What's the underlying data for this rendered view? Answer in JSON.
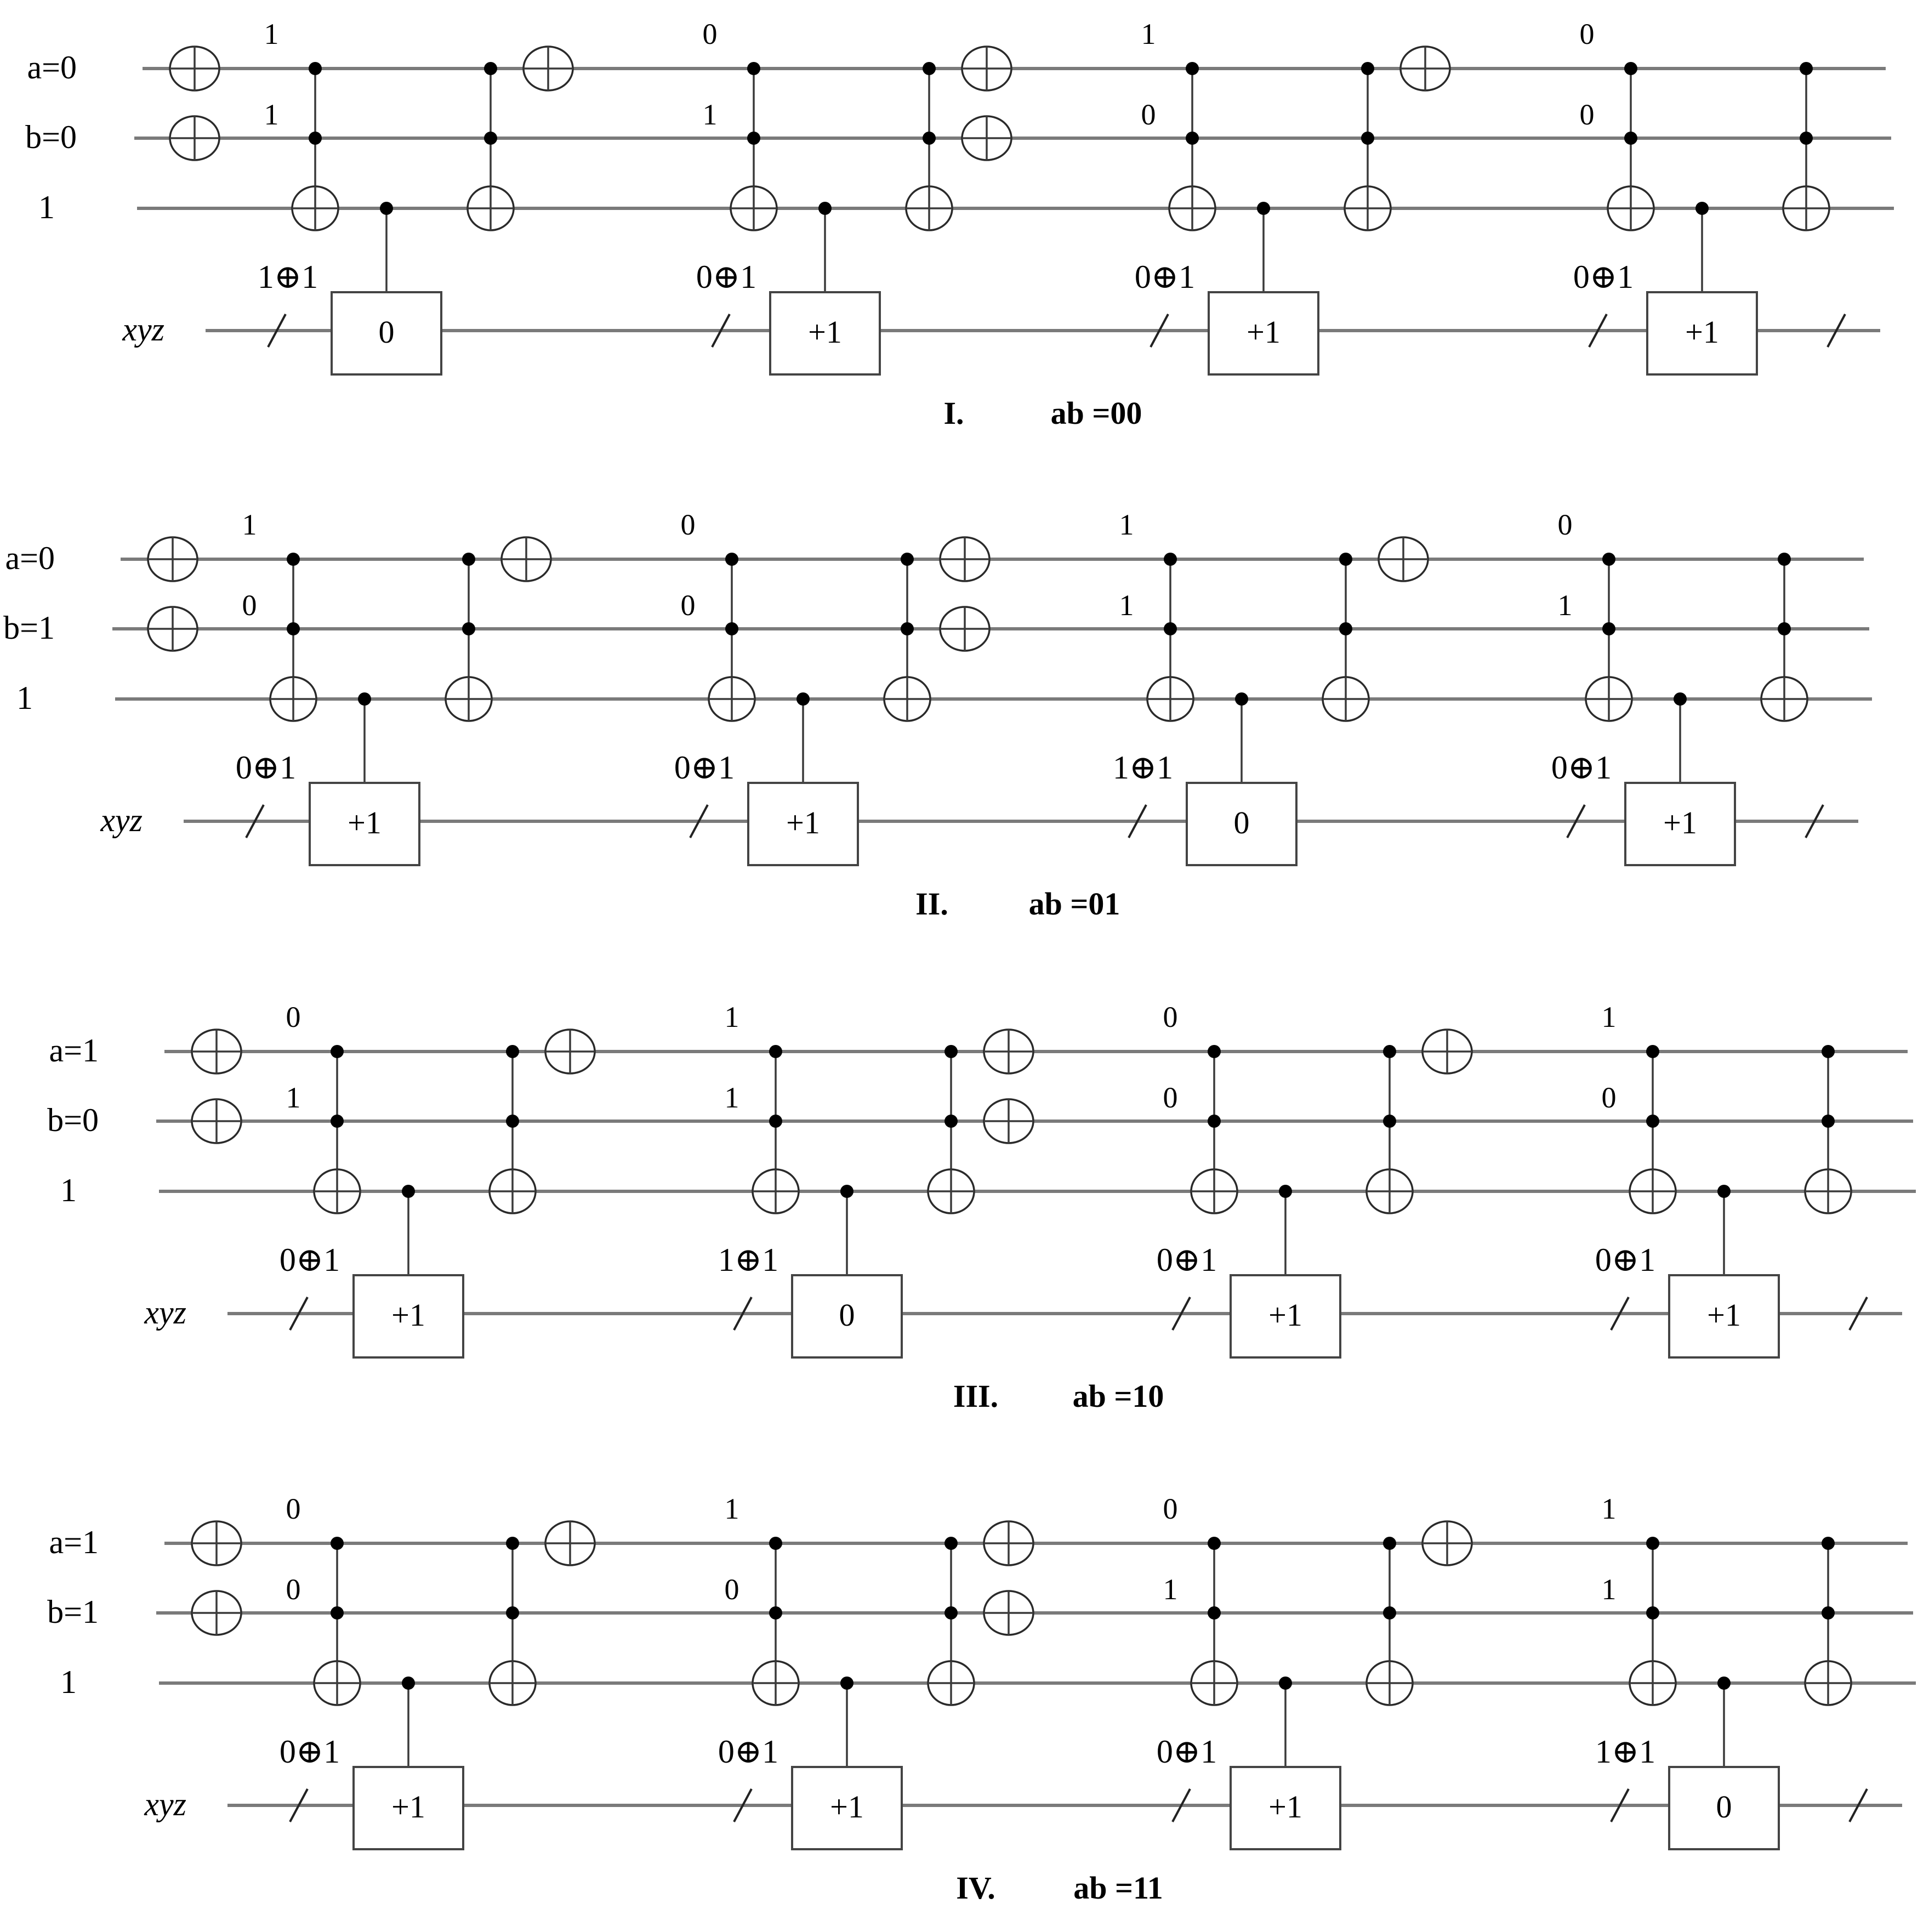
{
  "panels": [
    {
      "numeral": "I.",
      "caption": "ab =00",
      "wire_labels": {
        "a": "a=0",
        "b": "b=0",
        "anc": "1",
        "reg": "xyz"
      },
      "blocks": [
        {
          "top_val": "1",
          "bot_val": "1",
          "xor_label": "1⊕1",
          "gate": "0"
        },
        {
          "top_val": "0",
          "bot_val": "1",
          "xor_label": "0⊕1",
          "gate": "+1"
        },
        {
          "top_val": "1",
          "bot_val": "0",
          "xor_label": "0⊕1",
          "gate": "+1"
        },
        {
          "top_val": "0",
          "bot_val": "0",
          "xor_label": "0⊕1",
          "gate": "+1"
        }
      ]
    },
    {
      "numeral": "II.",
      "caption": "ab =01",
      "wire_labels": {
        "a": "a=0",
        "b": "b=1",
        "anc": "1",
        "reg": "xyz"
      },
      "blocks": [
        {
          "top_val": "1",
          "bot_val": "0",
          "xor_label": "0⊕1",
          "gate": "+1"
        },
        {
          "top_val": "0",
          "bot_val": "0",
          "xor_label": "0⊕1",
          "gate": "+1"
        },
        {
          "top_val": "1",
          "bot_val": "1",
          "xor_label": "1⊕1",
          "gate": "0"
        },
        {
          "top_val": "0",
          "bot_val": "1",
          "xor_label": "0⊕1",
          "gate": "+1"
        }
      ]
    },
    {
      "numeral": "III.",
      "caption": "ab =10",
      "wire_labels": {
        "a": "a=1",
        "b": "b=0",
        "anc": "1",
        "reg": "xyz"
      },
      "blocks": [
        {
          "top_val": "0",
          "bot_val": "1",
          "xor_label": "0⊕1",
          "gate": "+1"
        },
        {
          "top_val": "1",
          "bot_val": "1",
          "xor_label": "1⊕1",
          "gate": "0"
        },
        {
          "top_val": "0",
          "bot_val": "0",
          "xor_label": "0⊕1",
          "gate": "+1"
        },
        {
          "top_val": "1",
          "bot_val": "0",
          "xor_label": "0⊕1",
          "gate": "+1"
        }
      ]
    },
    {
      "numeral": "IV.",
      "caption": "ab =11",
      "wire_labels": {
        "a": "a=1",
        "b": "b=1",
        "anc": "1",
        "reg": "xyz"
      },
      "blocks": [
        {
          "top_val": "0",
          "bot_val": "0",
          "xor_label": "0⊕1",
          "gate": "+1"
        },
        {
          "top_val": "1",
          "bot_val": "0",
          "xor_label": "0⊕1",
          "gate": "+1"
        },
        {
          "top_val": "0",
          "bot_val": "1",
          "xor_label": "0⊕1",
          "gate": "+1"
        },
        {
          "top_val": "1",
          "bot_val": "1",
          "xor_label": "1⊕1",
          "gate": "0"
        }
      ]
    }
  ]
}
